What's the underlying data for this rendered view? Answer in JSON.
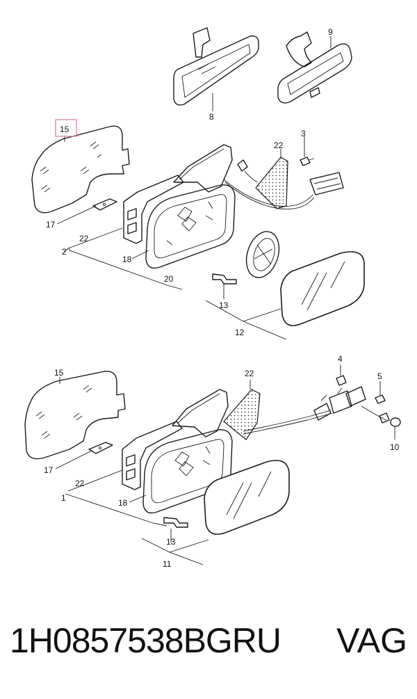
{
  "callouts": {
    "upper": {
      "c15": "15",
      "c17": "17",
      "c22a": "22",
      "c2": "2",
      "c18": "18",
      "c20": "20",
      "c8": "8",
      "c9": "9",
      "c22b": "22",
      "c3": "3",
      "c13": "13",
      "c12": "12"
    },
    "lower": {
      "c15": "15",
      "c17": "17",
      "c22a": "22",
      "c1": "1",
      "c18": "18",
      "c22b": "22",
      "c4": "4",
      "c5": "5",
      "c10": "10",
      "c13": "13",
      "c11": "11"
    }
  },
  "highlight": {
    "label": "15",
    "color": "#e07a8c"
  },
  "footer": {
    "part_number": "1H0857538BGRU",
    "brand": "VAG"
  }
}
